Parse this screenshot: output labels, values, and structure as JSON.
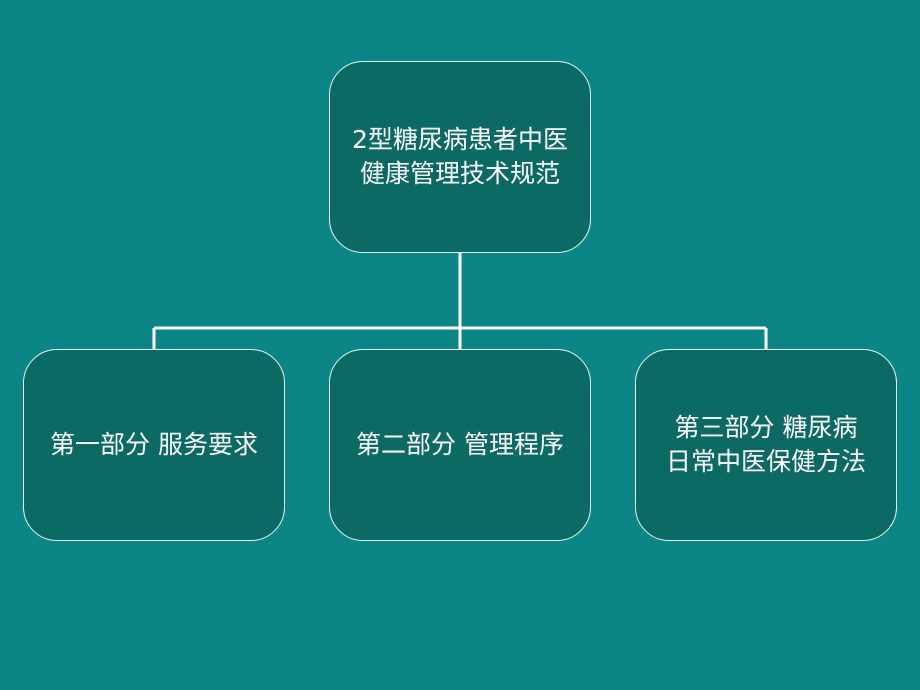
{
  "root": {
    "line1": "2型糖尿病患者中医",
    "line2": "健康管理技术规范"
  },
  "children": [
    {
      "line1": "第一部分  服务要求",
      "line2": ""
    },
    {
      "line1": "第二部分  管理程序",
      "line2": ""
    },
    {
      "line1": "第三部分 糖尿病",
      "line2": "日常中医保健方法"
    }
  ]
}
